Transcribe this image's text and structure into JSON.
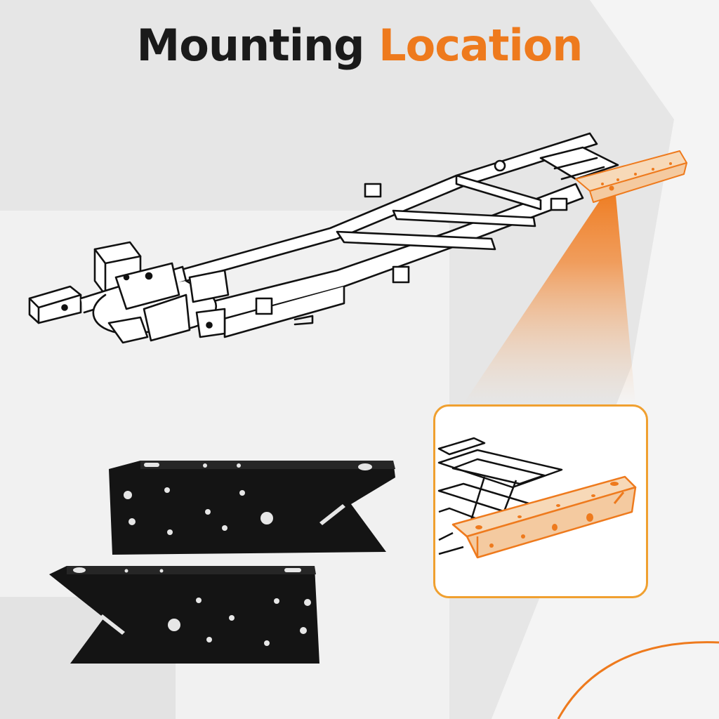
{
  "title": {
    "part1": "Mounting",
    "part2": "Location"
  },
  "colors": {
    "accent": "#ee7a1d",
    "inset_border": "#f0a030",
    "title_dark": "#1a1a1a",
    "background": "#e9e9e9"
  },
  "icons": {
    "frame": "truck-frame-illustration",
    "beam": "highlighted-crossmember",
    "brackets": "black-mounting-brackets",
    "callout": "orange-callout-beam"
  }
}
